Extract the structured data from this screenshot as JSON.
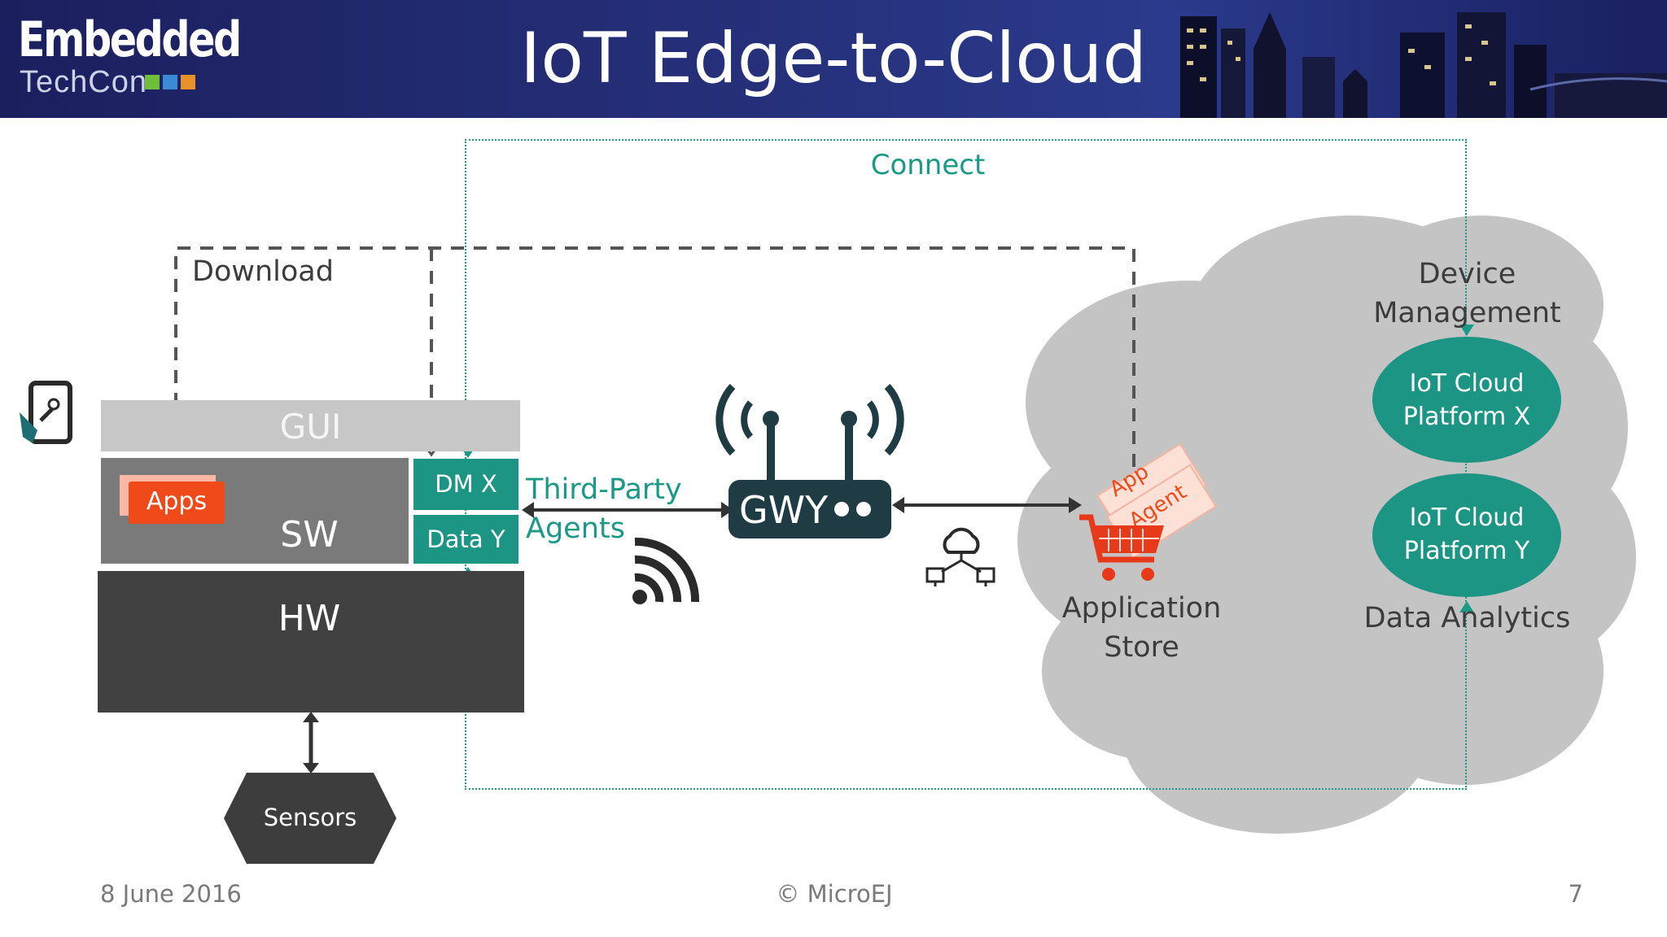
{
  "header": {
    "logo_main": "Embedded",
    "logo_sub": "TechCon",
    "title": "IoT Edge-to-Cloud"
  },
  "diagram": {
    "connect_label": "Connect",
    "download_label": "Download",
    "gui_label": "GUI",
    "sw_label": "SW",
    "hw_label": "HW",
    "apps_label": "Apps",
    "dm_label": "DM X",
    "data_label": "Data Y",
    "third_party_line1": "Third-Party",
    "third_party_line2": "Agents",
    "gateway_label": "GWY",
    "sensors_label": "Sensors",
    "app_store_line1": "Application",
    "app_store_line2": "Store",
    "card_app": "App",
    "card_agent": "Agent",
    "device_mgmt_line1": "Device",
    "device_mgmt_line2": "Management",
    "platform_x_line1": "IoT Cloud",
    "platform_x_line2": "Platform X",
    "platform_y_line1": "IoT Cloud",
    "platform_y_line2": "Platform Y",
    "data_analytics": "Data Analytics"
  },
  "colors": {
    "teal": "#1a9a86",
    "dark_teal": "#1d9584",
    "gateway": "#1f3b44",
    "apps_orange": "#f04a1a",
    "hw_dark": "#414141",
    "sw_gray": "#7a7a7a",
    "gui_gray": "#c7c7c7",
    "cloud_gray": "#c4c4c4"
  },
  "footer": {
    "date": "8 June 2016",
    "copyright": "© MicroEJ",
    "page": "7"
  }
}
